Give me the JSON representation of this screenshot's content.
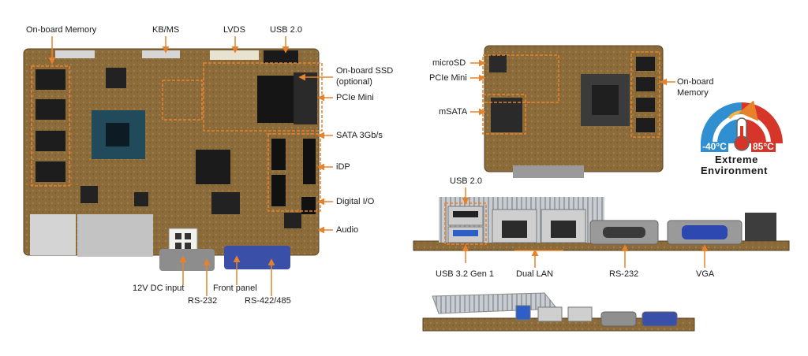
{
  "labels": {
    "onboard_memory": "On-board Memory",
    "kbms": "KB/MS",
    "lvds": "LVDS",
    "usb20_top": "USB 2.0",
    "onboard_ssd_1": "On-board SSD",
    "onboard_ssd_2": "(optional)",
    "pcie_mini_left": "PCIe Mini",
    "sata": "SATA 3Gb/s",
    "idp": "iDP",
    "digital_io": "Digital I/O",
    "audio": "Audio",
    "dc_input": "12V DC input",
    "rs232_left": "RS-232",
    "front_panel": "Front panel",
    "rs422": "RS-422/485",
    "microsd": "microSD",
    "pcie_mini_right": "PCIe Mini",
    "msata": "mSATA",
    "onboard_memory_r1": "On-board",
    "onboard_memory_r2": "Memory",
    "usb20_right": "USB 2.0",
    "usb32": "USB 3.2 Gen 1",
    "dual_lan": "Dual LAN",
    "rs232_right": "RS-232",
    "vga": "VGA"
  },
  "badge": {
    "temp_low": "-40°C",
    "temp_high": "85°C",
    "line1": "Extreme",
    "line2": "Environment"
  },
  "colors": {
    "accent": "#e8822a",
    "board": "#8a6a3a",
    "cold": "#2f8fd0",
    "hot": "#d6352a"
  }
}
